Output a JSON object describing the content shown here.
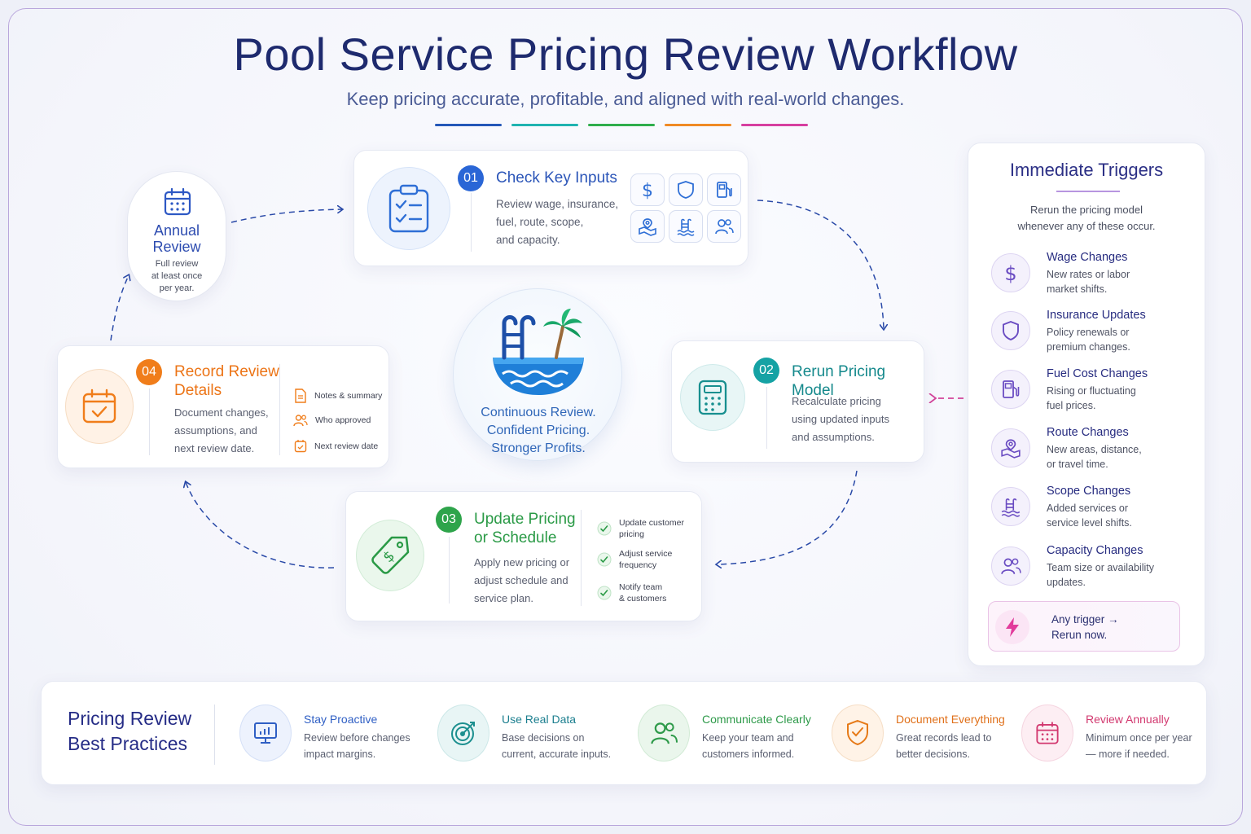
{
  "header": {
    "title": "Pool Service Pricing Review Workflow",
    "subtitle": "Keep pricing accurate, profitable, and aligned with real-world changes.",
    "bar_colors": [
      "#2457b8",
      "#1fb3b0",
      "#2fae4c",
      "#f08a24",
      "#d63fa0"
    ]
  },
  "annual": {
    "title_line1": "Annual",
    "title_line2": "Review",
    "desc_line1": "Full review",
    "desc_line2": "at least once",
    "desc_line3": "per year."
  },
  "step1": {
    "num": "01",
    "title": "Check Key Inputs",
    "desc_line1": "Review wage, insurance,",
    "desc_line2": "fuel, route, scope,",
    "desc_line3": "and capacity.",
    "icons": [
      "dollar-icon",
      "shield-icon",
      "fuel-icon",
      "route-map-icon",
      "pool-icon",
      "team-icon"
    ],
    "color": "#2f6fd6"
  },
  "step2": {
    "num": "02",
    "title": "Rerun Pricing Model",
    "desc_line1": "Recalculate pricing",
    "desc_line2": "using updated inputs",
    "desc_line3": "and assumptions.",
    "color": "#19a3a3"
  },
  "step3": {
    "num": "03",
    "title_line1": "Update Pricing",
    "title_line2": "or Schedule",
    "desc_line1": "Apply new pricing or",
    "desc_line2": "adjust schedule and",
    "desc_line3": "service plan.",
    "checks": [
      {
        "line1": "Update customer",
        "line2": "pricing"
      },
      {
        "line1": "Adjust service",
        "line2": "frequency"
      },
      {
        "line1": "Notify team",
        "line2": "& customers"
      }
    ],
    "color": "#2ea94c"
  },
  "step4": {
    "num": "04",
    "title_line1": "Record Review",
    "title_line2": "Details",
    "desc_line1": "Document changes,",
    "desc_line2": "assumptions, and",
    "desc_line3": "next review date.",
    "items": [
      "Notes & summary",
      "Who approved",
      "Next review date"
    ],
    "color": "#f07d1a"
  },
  "center": {
    "line1": "Continuous Review.",
    "line2": "Confident Pricing.",
    "line3": "Stronger Profits."
  },
  "triggers": {
    "heading": "Immediate Triggers",
    "desc_line1": "Rerun the pricing model",
    "desc_line2": "whenever any of these occur.",
    "items": [
      {
        "icon": "dollar-icon",
        "title": "Wage Changes",
        "desc_line1": "New rates or labor",
        "desc_line2": "market shifts."
      },
      {
        "icon": "shield-icon",
        "title": "Insurance Updates",
        "desc_line1": "Policy renewals or",
        "desc_line2": "premium changes."
      },
      {
        "icon": "fuel-icon",
        "title": "Fuel Cost Changes",
        "desc_line1": "Rising or fluctuating",
        "desc_line2": "fuel prices."
      },
      {
        "icon": "route-map-icon",
        "title": "Route Changes",
        "desc_line1": "New areas, distance,",
        "desc_line2": "or travel time."
      },
      {
        "icon": "pool-icon",
        "title": "Scope Changes",
        "desc_line1": "Added services or",
        "desc_line2": "service level shifts."
      },
      {
        "icon": "team-icon",
        "title": "Capacity Changes",
        "desc_line1": "Team size or availability",
        "desc_line2": "updates."
      }
    ],
    "any_line1": "Any trigger →",
    "any_line2": "Rerun now.",
    "accent": "#7a52c8"
  },
  "practices": {
    "heading_line1": "Pricing Review",
    "heading_line2": "Best Practices",
    "items": [
      {
        "title": "Stay Proactive",
        "desc_line1": "Review before changes",
        "desc_line2": "impact margins.",
        "color": "#2f5fc4"
      },
      {
        "title": "Use Real Data",
        "desc_line1": "Base decisions on",
        "desc_line2": "current, accurate inputs.",
        "color": "#1c8f8f"
      },
      {
        "title": "Communicate Clearly",
        "desc_line1": "Keep your team and",
        "desc_line2": "customers informed.",
        "color": "#2e9a4a"
      },
      {
        "title": "Document Everything",
        "desc_line1": "Great records lead to",
        "desc_line2": "better decisions.",
        "color": "#e67a18"
      },
      {
        "title": "Review Annually",
        "desc_line1": "Minimum once per year",
        "desc_line2": "— more if needed.",
        "color": "#d2386f"
      }
    ]
  }
}
